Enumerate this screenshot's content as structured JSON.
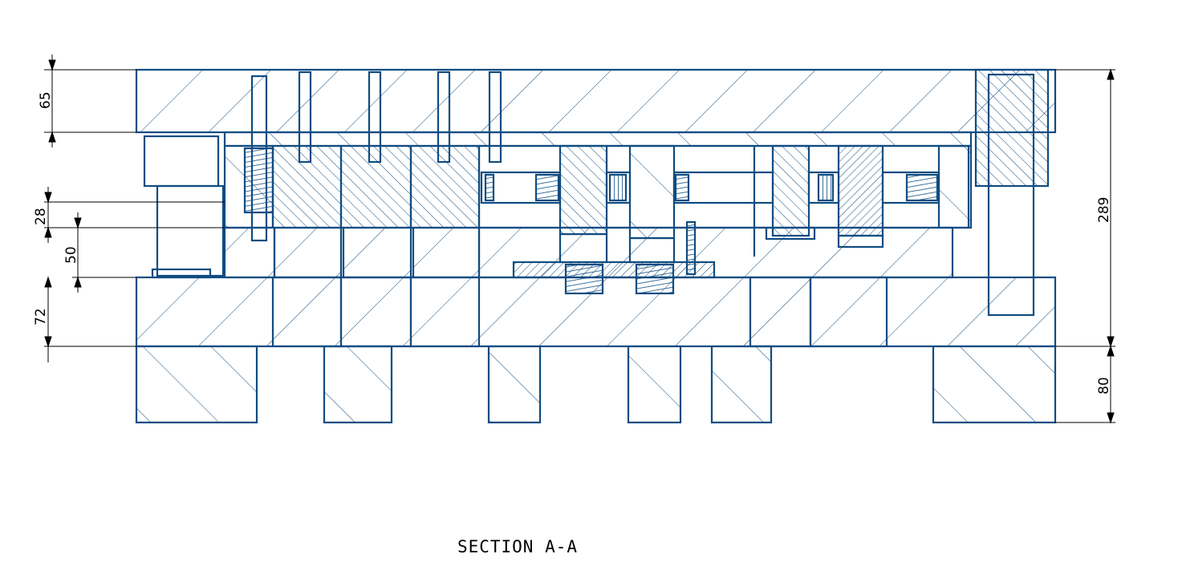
{
  "colors": {
    "outline": "#0f4c81",
    "hatch": "#0f4c81",
    "dimension": "#000000",
    "background": "#ffffff"
  },
  "dimensions": {
    "top_plate_thickness": "65",
    "stripper_thickness": "28",
    "die_gap": "50",
    "lower_plate_thickness": "72",
    "total_height": "289",
    "parallel_height": "80"
  },
  "caption": "SECTION A-A"
}
